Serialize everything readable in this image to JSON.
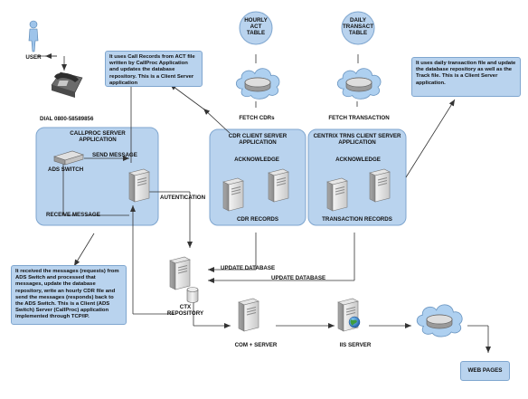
{
  "labels": {
    "user": "USER",
    "dial": "DIAL 0800-58589856",
    "hourly_table": [
      "HOURLY",
      "ACT",
      "TABLE"
    ],
    "daily_table": [
      "DAILY",
      "TRANSACT",
      "TABLE"
    ],
    "fetch_cdrs": "FETCH CDRs",
    "fetch_transaction": "FETCH TRANSACTION",
    "callproc_server": [
      "CALLPROC SERVER",
      "APPLICATION"
    ],
    "send_message": "SEND MESSAGE",
    "ads_switch": "ADS SWITCH",
    "receive_message": "RECEIVE MESSAGE",
    "authentication": "AUTENTICATION",
    "cdr_client_server": [
      "CDR CLIENT SERVER",
      "APPLICATION"
    ],
    "acknowledge_cdr": "ACKNOWLEDGE",
    "cdr_records": "CDR RECORDS",
    "centrix_server": [
      "CENTRIX TRNS CLIENT SERVER",
      "APPLICATION"
    ],
    "acknowledge_trns": "ACKNOWLEDGE",
    "transaction_records": "TRANSACTION RECORDS",
    "update_database_1": "UPDATE DATABASE",
    "update_database_2": "UPDATE DATABASE",
    "ctx_repository": [
      "CTX",
      "REPOSITORY"
    ],
    "com_server": "COM + SERVER",
    "iis_server": "IIS SERVER",
    "web_pages": "WEB PAGES"
  },
  "notes": {
    "cdr_note": "It uses Call Records from ACT file written by CallProc Application and updates the database repository. This is a Client Server application",
    "trns_note": "It uses daily transaction file and update the database repository as well as the Track file. This is a Client Server application.",
    "callproc_note": "It received the messages (requests) from ADS Switch and processed that messages, update the database repository, write an hourly CDR file and send the messages (responds) back to the ADS Switch. This is a Client (ADS Switch) Server (CallProc) application implemented through TCP/IP."
  },
  "colors": {
    "box_fill": "#b9d3ee",
    "box_border": "#7fa6cf",
    "cloud_fill": "#aed0f0",
    "server_body": "#d9d9d9",
    "line": "#333333",
    "user_icon": "#9ec4ea"
  },
  "icons": {
    "user": "person-icon",
    "phone": "telephone-icon",
    "switch": "network-switch-icon",
    "server": "server-tower-icon",
    "database": "database-cylinder-icon",
    "cloud": "network-cloud-icon",
    "globe": "globe-icon"
  }
}
